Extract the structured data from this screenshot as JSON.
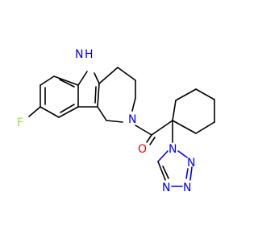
{
  "structure": {
    "atoms": {
      "nh": "N",
      "nh_h": "H",
      "fluorine": "F",
      "n_amide": "N",
      "oxygen": "O",
      "tz_n1": "N",
      "tz_n2": "N",
      "tz_n3": "N",
      "tz_n4": "N"
    },
    "colors": {
      "bond": "#000000",
      "nitrogen": "#0000ff",
      "oxygen": "#ff0000",
      "fluorine": "#90e050"
    }
  }
}
